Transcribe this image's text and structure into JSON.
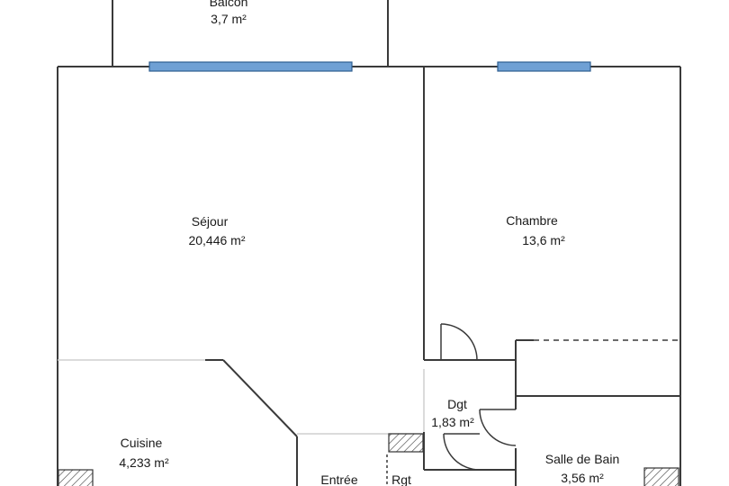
{
  "plan": {
    "rooms": {
      "balcon": {
        "name": "Balcon",
        "area": "3,7  m²"
      },
      "sejour": {
        "name": "Séjour",
        "area": "20,446  m²"
      },
      "chambre": {
        "name": "Chambre",
        "area": "13,6  m²"
      },
      "dgt": {
        "name": "Dgt",
        "area": "1,83  m²"
      },
      "cuisine": {
        "name": "Cuisine",
        "area": "4,233  m²"
      },
      "entree": {
        "name": "Entrée",
        "area": ""
      },
      "rgt": {
        "name": "Rgt",
        "area": ""
      },
      "salle_de_bain": {
        "name": "Salle de Bain",
        "area": "3,56  m²"
      }
    },
    "colors": {
      "wall": "#3a3a3a",
      "window": "#6fa0d4",
      "opening": "#cfcfcf"
    }
  }
}
